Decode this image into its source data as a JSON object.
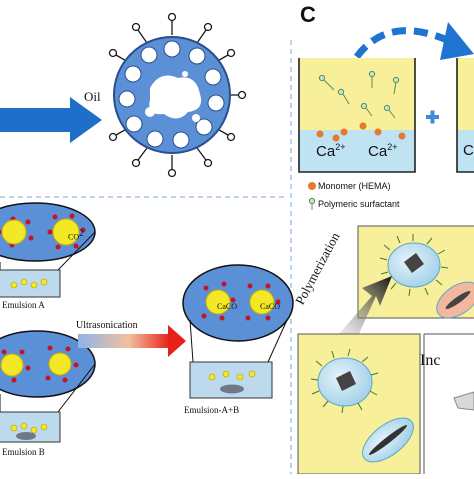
{
  "oil_label": "Oil",
  "panel_c_label": "C",
  "ca_label": "Ca",
  "ca_charge": "2+",
  "ca_partial": "C",
  "co2_label": "CO",
  "co2_sub": "2",
  "legend_monomer": "Monomer (HEMA)",
  "legend_surfactant": "Polymeric surfactant",
  "emulsion_a": "Emulsion A",
  "emulsion_b": "Emulsion B",
  "emulsion_ab": "Emulsion-A+B",
  "ultrasonication": "Ultrasonication",
  "caco_label": "CaCO",
  "polymerization": "Polymerization",
  "incubation_partial": "Inc",
  "colors": {
    "oil_blue": "#5b8fd6",
    "droplet_blue": "#7fa8e0",
    "arrow_blue": "#1e6fc9",
    "dash_blue": "#1f73d1",
    "beaker_yellow": "#f7ef9a",
    "beaker_water": "#bfe3f3",
    "monomer_orange": "#e57a2e",
    "particle_yellow": "#f2e826",
    "particle_red": "#c0152a"
  }
}
